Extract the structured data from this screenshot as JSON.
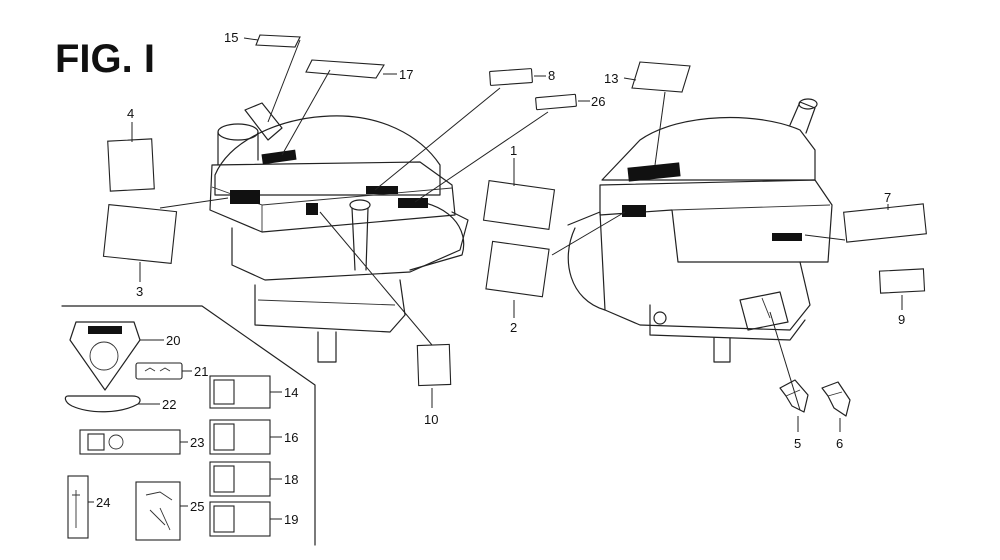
{
  "figure": {
    "title": "FIG. I",
    "callouts": [
      "15",
      "17",
      "8",
      "26",
      "13",
      "4",
      "1",
      "7",
      "3",
      "2",
      "9",
      "20",
      "21",
      "14",
      "22",
      "16",
      "23",
      "18",
      "24",
      "25",
      "19",
      "10",
      "5",
      "6"
    ]
  }
}
